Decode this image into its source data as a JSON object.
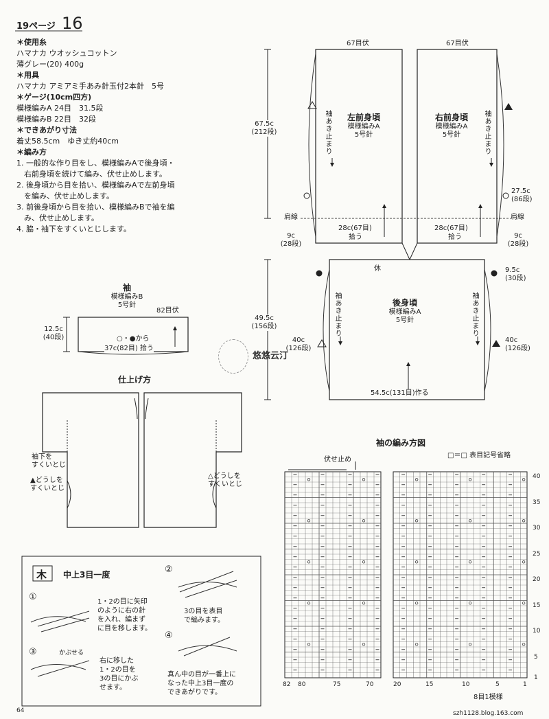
{
  "header": {
    "page_ref": "19ページ",
    "pattern_no": "16"
  },
  "materials": {
    "yarn_heading": "＊使用糸",
    "yarn_name": "ハマナカ ウオッシュコットン",
    "yarn_color": "薄グレー(20) 400g",
    "tools_heading": "＊用具",
    "tools": "ハマナカ アミアミ手あみ針玉付2本針　5号",
    "gauge_heading": "＊ゲージ(10cm四方)",
    "gauge_a": "模様編みA 24目　31.5段",
    "gauge_b": "模様編みB 22目　32段",
    "size_heading": "＊できあがり寸法",
    "size": "着丈58.5cm　ゆき丈約40cm",
    "method_heading": "＊編み方",
    "steps": [
      "1. 一般的な作り目をし、模様編みAで後身頃・",
      "　右前身頃を続けて編み、伏せ止めします。",
      "2. 後身頃から目を拾い、模様編みAで左前身頃",
      "　を編み、伏せ止めします。",
      "3. 前後身頃から目を拾い、模様編みBで袖を編",
      "　み、伏せ止めします。",
      "4. 脇・袖下をすくいとじします。"
    ]
  },
  "left_front": {
    "title": "左前身頃",
    "pattern": "模様編みA",
    "needle": "5号針",
    "top": "67目伏",
    "bottom": "28c(67目)",
    "pickup": "拾う",
    "side_note": "袖あき止まり"
  },
  "right_front": {
    "title": "右前身頃",
    "pattern": "模様編みA",
    "needle": "5号針",
    "top": "67目伏",
    "bottom": "28c(67目)",
    "pickup": "拾う",
    "side_note": "袖あき止まり"
  },
  "front_dims": {
    "height": "67.5c",
    "height_rows": "(212段)",
    "shoulder_left": "肩線",
    "shoulder_right": "肩線",
    "left_9": "9c",
    "left_9_rows": "(28段)",
    "right_9": "9c",
    "right_9_rows": "(28段)",
    "right_27": "27.5c",
    "right_27_rows": "(86段)"
  },
  "back": {
    "title": "後身頃",
    "pattern": "模様編みA",
    "needle": "5号針",
    "rest": "休",
    "bottom": "54.5c(131目)作る",
    "height": "49.5c",
    "height_rows": "(156段)",
    "left_40": "40c",
    "left_40_rows": "(126段)",
    "right_40": "40c",
    "right_40_rows": "(126段)",
    "right_95": "9.5c",
    "right_95_rows": "(30段)",
    "side_note": "袖あき止まり"
  },
  "sleeve": {
    "title": "袖",
    "pattern": "模様編みB",
    "needle": "5号針",
    "top": "82目伏",
    "height": "12.5c",
    "height_rows": "(40段)",
    "pickup_line": "37c(82目) 拾う",
    "from_marks": "○・●から"
  },
  "finishing": {
    "title": "仕上げ方",
    "left_note_1": "袖下を",
    "left_note_2": "すくいとじ",
    "left_note_3": "▲どうしを",
    "left_note_4": "すくいとじ",
    "right_note_1": "△どうしを",
    "right_note_2": "すくいとじ"
  },
  "watermark": "悠悠云汀",
  "technique": {
    "symbol": "木",
    "title": "中上3目一度",
    "step1_no": "①",
    "step1": [
      "1・2の目に矢印",
      "のように右の針",
      "を入れ、編まず",
      "に目を移します。"
    ],
    "step2_no": "②",
    "step2": [
      "3の目を表目",
      "で編みます。"
    ],
    "step3_no": "③",
    "step3_tag": "かぶせる",
    "step3": [
      "右に移した",
      "1・2の目を",
      "3の目にかぶ",
      "せます。"
    ],
    "step4_no": "④",
    "step4": [
      "真ん中の目が一番上に",
      "なった中上3目一度の",
      "できあがりです。"
    ]
  },
  "chart": {
    "title": "袖の編み方図",
    "legend": "□＝□ 表目記号省略",
    "bind_off": "伏せ止め",
    "x_labels_left": [
      "82",
      "80",
      "75",
      "70"
    ],
    "x_labels_right": [
      "20",
      "15",
      "10",
      "5",
      "1"
    ],
    "y_labels": [
      "40",
      "35",
      "30",
      "25",
      "20",
      "15",
      "10",
      "5",
      "1"
    ],
    "repeat_note": "8目1模様"
  },
  "footer": {
    "page_no": "64",
    "url": "szh1128.blog.163.com"
  }
}
